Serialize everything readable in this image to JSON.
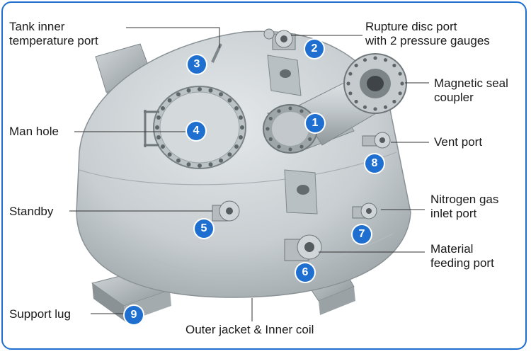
{
  "colors": {
    "badge": "#1f6fd0",
    "frame": "#1f6fd0",
    "leader": "#333333",
    "steel": "#c9cfd2"
  },
  "labels": {
    "tank_inner_temperature_port": {
      "line1": "Tank inner",
      "line2": "temperature port"
    },
    "rupture_disc_port": {
      "line1": "Rupture disc port",
      "line2": "with 2 pressure gauges"
    },
    "magnetic_seal_coupler": {
      "line1": "Magnetic seal",
      "line2": "coupler"
    },
    "man_hole": "Man hole",
    "vent_port": "Vent port",
    "standby": "Standby",
    "nitrogen_gas_inlet_port": {
      "line1": "Nitrogen gas",
      "line2": "inlet port"
    },
    "material_feeding_port": {
      "line1": "Material",
      "line2": "feeding port"
    },
    "support_lug": "Support lug",
    "outer_jacket_inner_coil": "Outer jacket & Inner coil"
  },
  "badges": [
    "1",
    "2",
    "3",
    "4",
    "5",
    "6",
    "7",
    "8",
    "9"
  ]
}
